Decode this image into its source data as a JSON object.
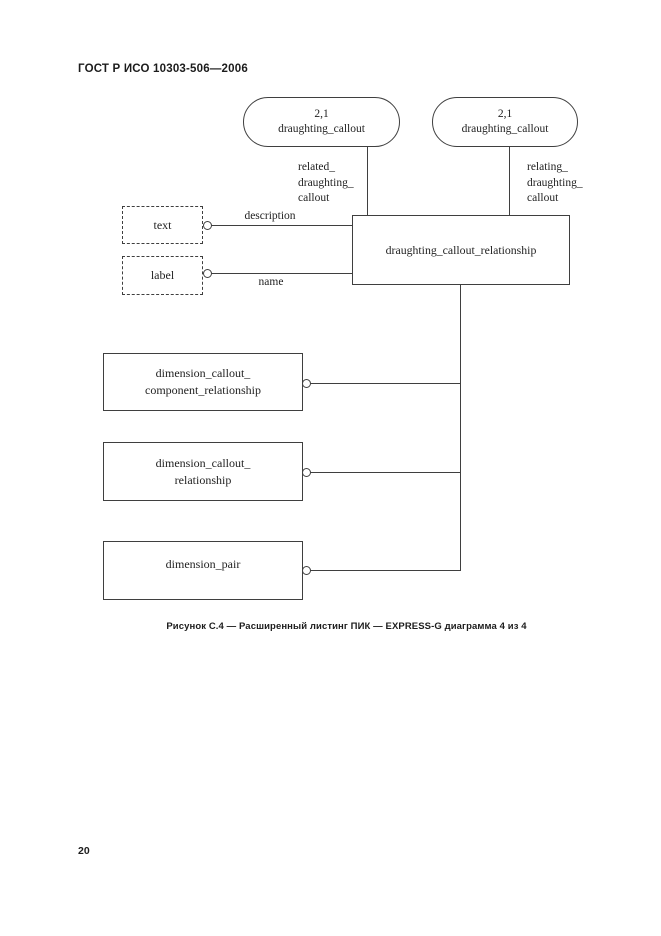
{
  "header": {
    "standard_title": "ГОСТ Р ИСО 10303-506—2006"
  },
  "diagram": {
    "oval_left": {
      "page_ref": "2,1",
      "name": "draughting_callout"
    },
    "oval_right": {
      "page_ref": "2,1",
      "name": "draughting_callout"
    },
    "edge_related_label": "related_\ndraughting_\ncallout",
    "edge_relating_label": "relating_\ndraughting_\ncallout",
    "edge_description_label": "description",
    "edge_name_label": "name",
    "type_text_label": "text",
    "type_label_label": "label",
    "entity_main": "draughting_callout_relationship",
    "entity_component": "dimension_callout_\ncomponent_relationship",
    "entity_relationship": "dimension_callout_\nrelationship",
    "entity_pair": "dimension_pair"
  },
  "caption": {
    "figure_caption": "Рисунок С.4 — Расширенный листинг ПИК — EXPRESS-G диаграмма 4 из 4"
  },
  "footer": {
    "page_number": "20"
  }
}
